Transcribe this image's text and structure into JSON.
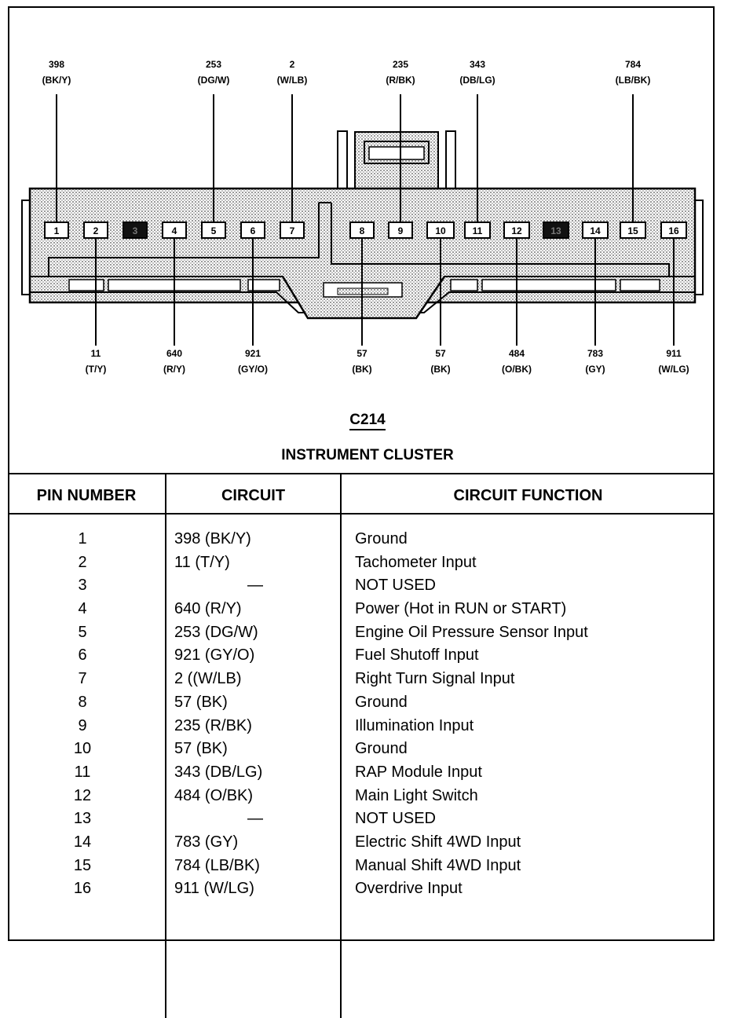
{
  "wire_labels_top": [
    {
      "num": "398",
      "color": "(BK/Y)"
    },
    {
      "num": "253",
      "color": "(DG/W)"
    },
    {
      "num": "2",
      "color": "(W/LB)"
    },
    {
      "num": "235",
      "color": "(R/BK)"
    },
    {
      "num": "343",
      "color": "(DB/LG)"
    },
    {
      "num": "784",
      "color": "(LB/BK)"
    }
  ],
  "wire_labels_bottom": [
    {
      "num": "11",
      "color": "(T/Y)"
    },
    {
      "num": "640",
      "color": "(R/Y)"
    },
    {
      "num": "921",
      "color": "(GY/O)"
    },
    {
      "num": "57",
      "color": "(BK)"
    },
    {
      "num": "57",
      "color": "(BK)"
    },
    {
      "num": "484",
      "color": "(O/BK)"
    },
    {
      "num": "783",
      "color": "(GY)"
    },
    {
      "num": "911",
      "color": "(W/LG)"
    }
  ],
  "pins": [
    "1",
    "2",
    "3",
    "4",
    "5",
    "6",
    "7",
    "8",
    "9",
    "10",
    "11",
    "12",
    "13",
    "14",
    "15",
    "16"
  ],
  "unused_pins": [
    "3",
    "13"
  ],
  "connector": {
    "id": "C214",
    "name": "INSTRUMENT CLUSTER"
  },
  "table": {
    "headers": [
      "PIN NUMBER",
      "CIRCUIT",
      "CIRCUIT FUNCTION"
    ],
    "rows": [
      {
        "pin": "1",
        "circuit": "398 (BK/Y)",
        "function": "Ground"
      },
      {
        "pin": "2",
        "circuit": "11 (T/Y)",
        "function": "Tachometer Input"
      },
      {
        "pin": "3",
        "circuit": "—",
        "function": "NOT USED"
      },
      {
        "pin": "4",
        "circuit": "640 (R/Y)",
        "function": "Power (Hot in RUN or START)"
      },
      {
        "pin": "5",
        "circuit": "253 (DG/W)",
        "function": "Engine Oil Pressure Sensor Input"
      },
      {
        "pin": "6",
        "circuit": "921 (GY/O)",
        "function": "Fuel Shutoff Input"
      },
      {
        "pin": "7",
        "circuit": "2 ((W/LB)",
        "function": "Right Turn Signal Input"
      },
      {
        "pin": "8",
        "circuit": "57 (BK)",
        "function": "Ground"
      },
      {
        "pin": "9",
        "circuit": "235 (R/BK)",
        "function": "Illumination Input"
      },
      {
        "pin": "10",
        "circuit": "57 (BK)",
        "function": "Ground"
      },
      {
        "pin": "11",
        "circuit": "343 (DB/LG)",
        "function": "RAP Module Input"
      },
      {
        "pin": "12",
        "circuit": "484 (O/BK)",
        "function": "Main Light Switch"
      },
      {
        "pin": "13",
        "circuit": "—",
        "function": "NOT USED"
      },
      {
        "pin": "14",
        "circuit": "783 (GY)",
        "function": "Electric Shift 4WD Input"
      },
      {
        "pin": "15",
        "circuit": "784 (LB/BK)",
        "function": "Manual Shift 4WD Input"
      },
      {
        "pin": "16",
        "circuit": "911 (W/LG)",
        "function": "Overdrive Input"
      }
    ]
  },
  "colors": {
    "stipple": "#c8c8c8",
    "unused_pin_fill": "#111111",
    "line": "#000000"
  }
}
